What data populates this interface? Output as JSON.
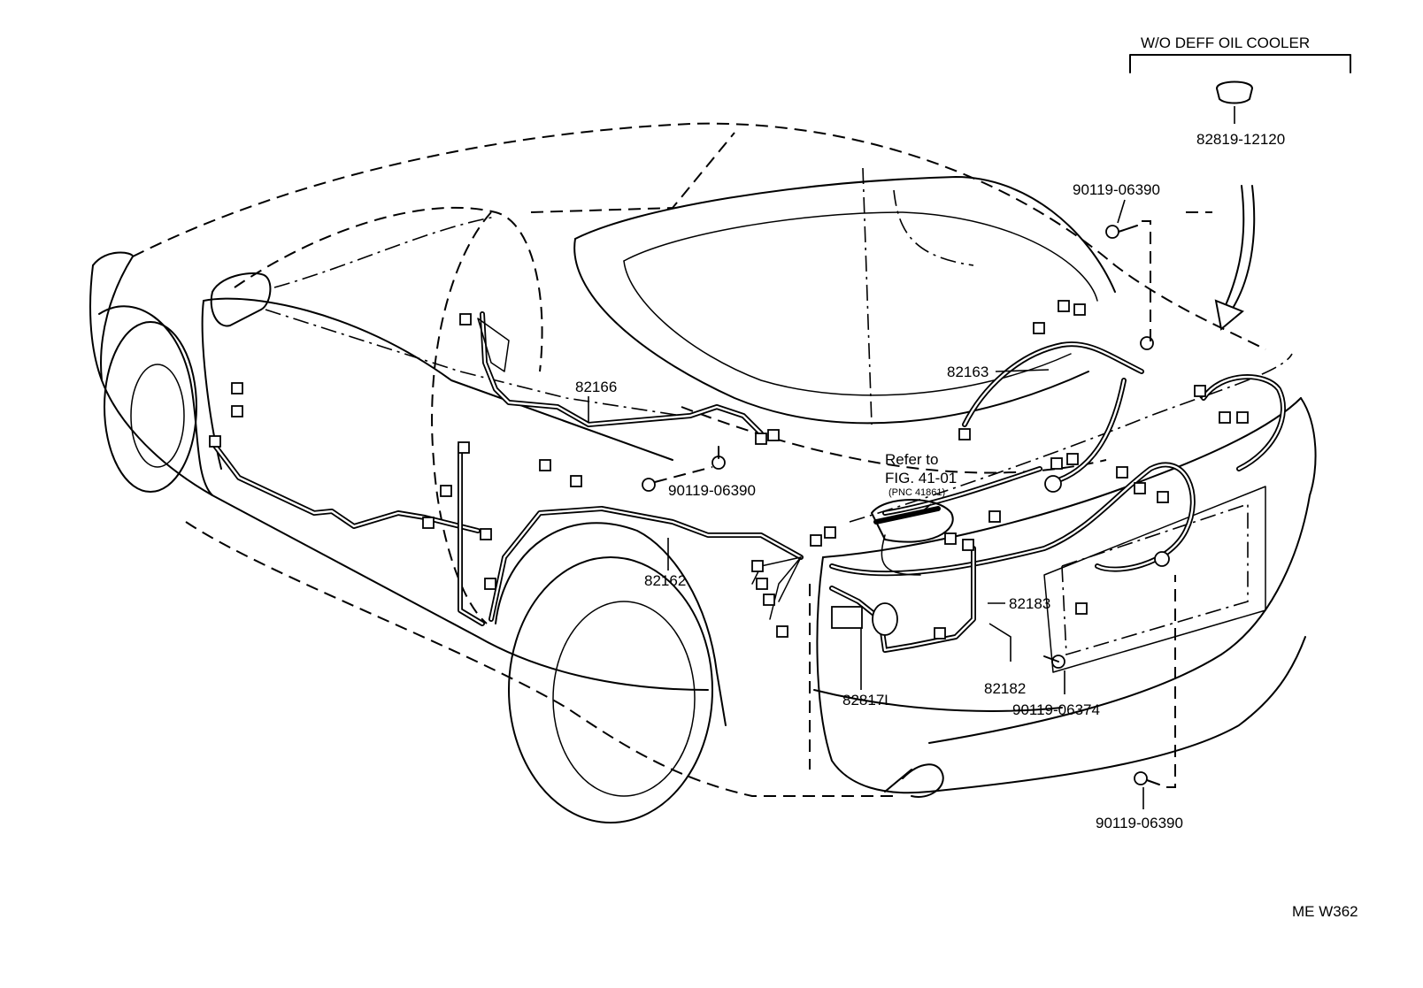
{
  "diagram": {
    "header_note": "W/O DEFF OIL COOLER",
    "callouts": {
      "part_82819": "82819-12120",
      "bolt_top": "90119-06390",
      "harness_82163": "82163",
      "harness_82166": "82166",
      "bolt_mid": "90119-06390",
      "refer_line1": "Refer to",
      "refer_line2": "FIG. 41-01",
      "refer_line3": "(PNC 41861)",
      "harness_82162": "82162",
      "harness_82183": "82183",
      "harness_82182": "82182",
      "bolt_82182": "90119-06374",
      "part_82817L": "82817L",
      "bolt_bottom": "90119-06390"
    },
    "figure_code": "ME W362"
  }
}
